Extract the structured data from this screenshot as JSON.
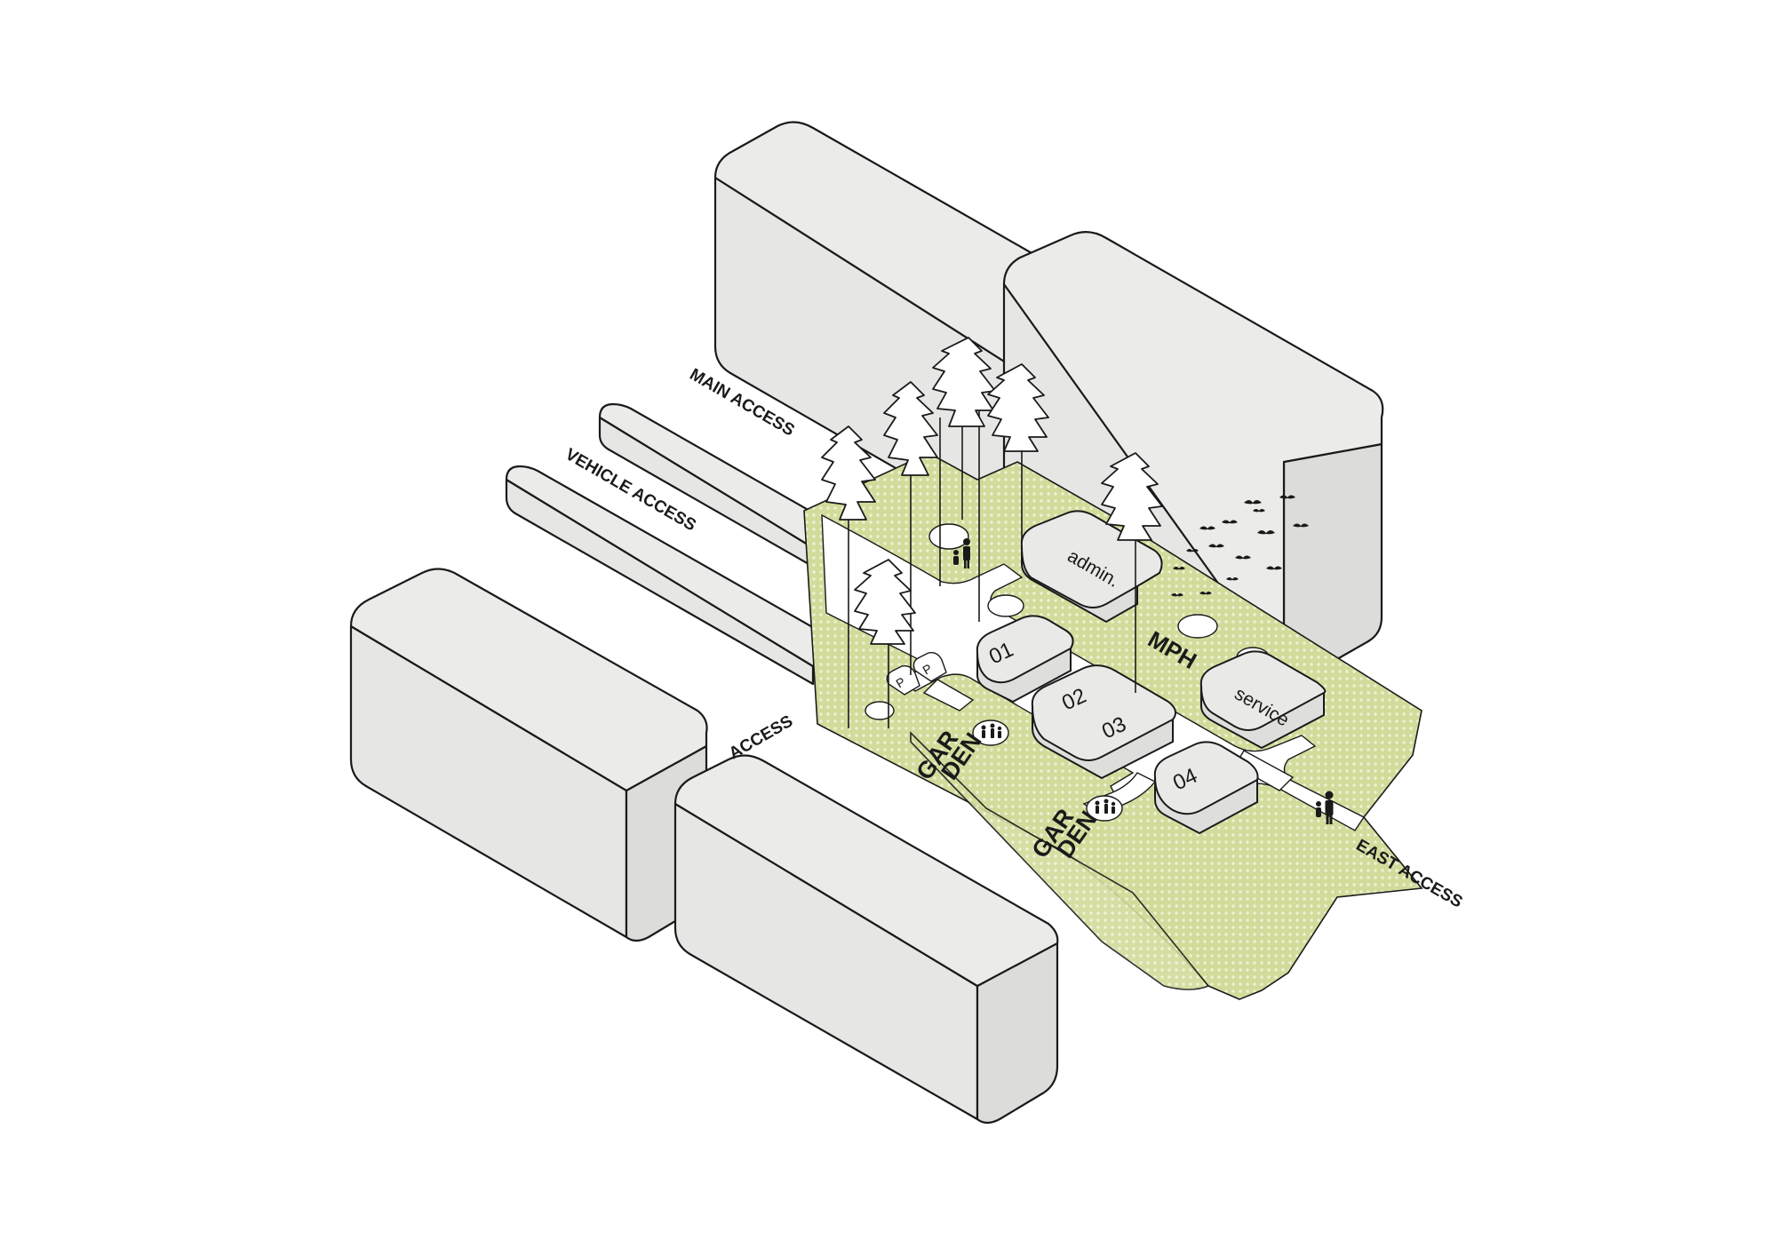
{
  "labels": {
    "main_access": "MAIN ACCESS",
    "vehicle_access": "VEHICLE ACCESS",
    "access": "ACCESS",
    "east_access": "EAST ACCESS",
    "admin": "admin.",
    "mph": "MPH",
    "service": "service",
    "room_01": "01",
    "room_02": "02",
    "room_03": "03",
    "room_04": "04",
    "garden_1_line1": "GAR",
    "garden_1_line2": "DEN",
    "garden_2_line1": "GAR",
    "garden_2_line2": "DEN",
    "parking_p1": "P",
    "parking_p2": "P"
  },
  "colors": {
    "green_fill": "#d6dea5",
    "dot_pattern": "#b7c46f",
    "building_fill": "#e9e9e7",
    "outline": "#1a1a1a"
  }
}
